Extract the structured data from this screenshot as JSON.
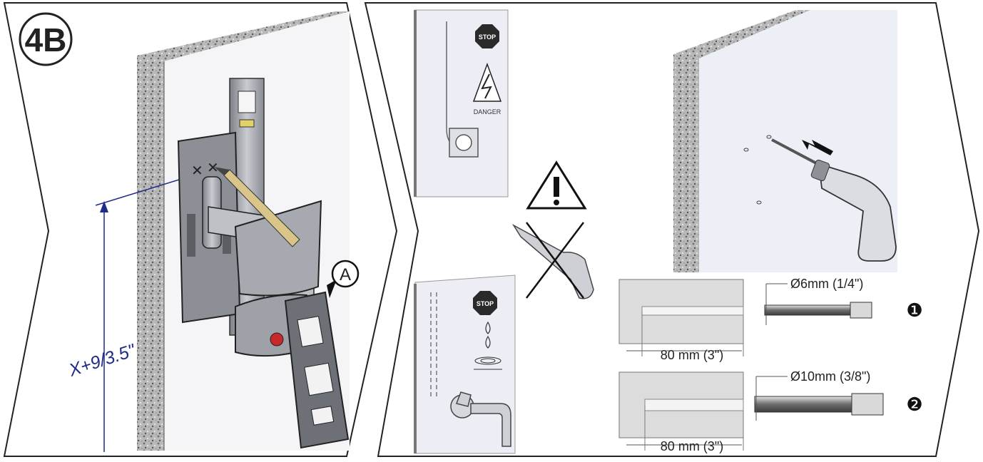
{
  "left_panel": {
    "step_badge": "4B",
    "height_label": "X+9/3.5\"",
    "callout_letter": "A"
  },
  "right_panel": {
    "electric_warning": {
      "stop_text": "STOP",
      "danger_text": "DANGER"
    },
    "water_warning": {
      "stop_text": "STOP"
    },
    "option_1": {
      "diameter_label": "Ø6mm (1/4\")",
      "depth_label": "80  mm (3\")",
      "bullet": "❶"
    },
    "option_2": {
      "diameter_label": "Ø10mm (3/8\")",
      "depth_label": "80  mm (3\")",
      "bullet": "❷"
    }
  },
  "colors": {
    "line": "#222222",
    "dimension_blue": "#1f2c88",
    "wall_panel": "#ecedf5",
    "metal": "#9a9ca3",
    "pencil": "#d9c489"
  }
}
